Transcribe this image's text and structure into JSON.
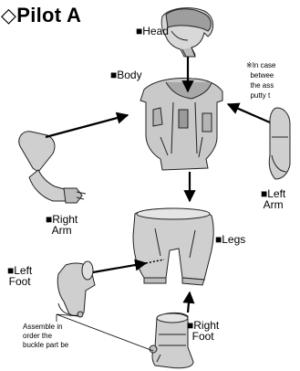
{
  "title": "◇Pilot A",
  "labels": {
    "head": "■Head",
    "body": "■Body",
    "right_arm": "■Right\nArm",
    "left_arm": "■Left\nArm",
    "legs": "■Legs",
    "left_foot": "■Left\nFoot",
    "right_foot": "■Right\nFoot"
  },
  "note": "※In case\n  betwee\n  the ass\n  putty t",
  "assembly_note": "Assemble in\norder the\nbuckle part be"
}
